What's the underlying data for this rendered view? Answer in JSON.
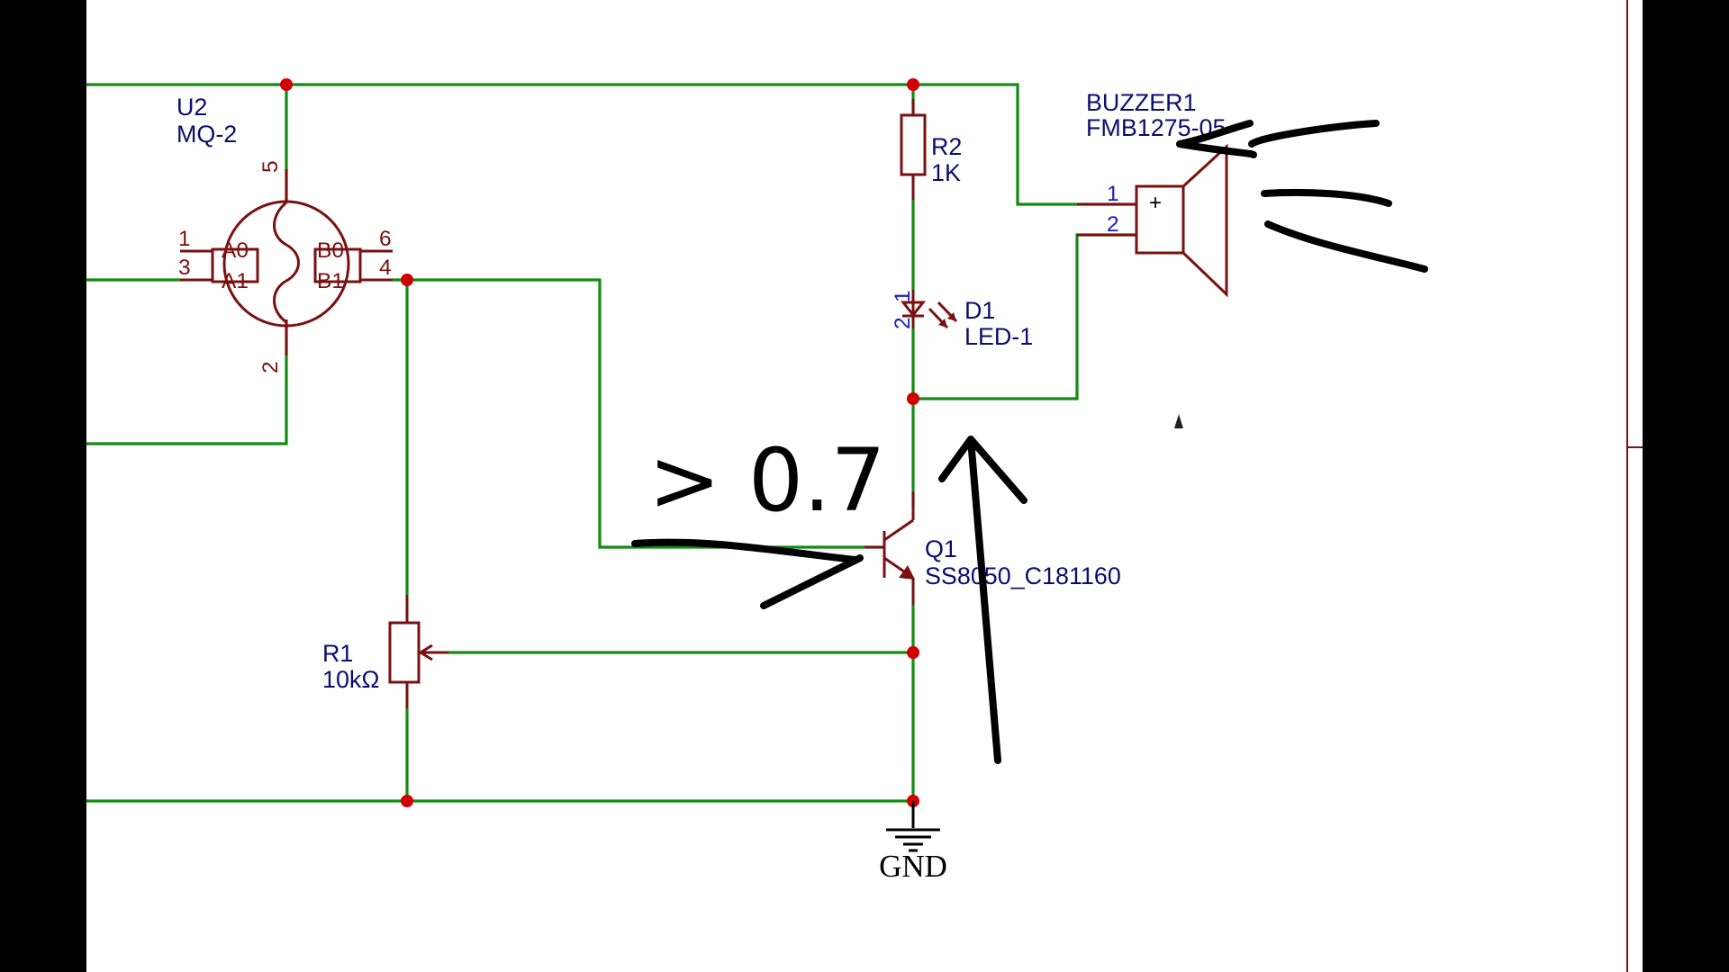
{
  "components": {
    "u2": {
      "ref": "U2",
      "value": "MQ-2",
      "pins": [
        "5",
        "2",
        "1",
        "3",
        "6",
        "4"
      ],
      "pads": [
        "A0",
        "A1",
        "B0",
        "B1"
      ]
    },
    "r2": {
      "ref": "R2",
      "value": "1K"
    },
    "d1": {
      "ref": "D1",
      "value": "LED-1",
      "pin1": "1",
      "pin2": "2"
    },
    "buzzer": {
      "ref": "BUZZER1",
      "value": "FMB1275-05",
      "pin1": "1",
      "pin2": "2",
      "plus": "+"
    },
    "q1": {
      "ref": "Q1",
      "value": "SS8050_C181160"
    },
    "r1": {
      "ref": "R1",
      "value": "10kΩ"
    },
    "gnd": {
      "label": "GND"
    }
  },
  "annotation": {
    "text": "> 0.7"
  },
  "colors": {
    "wire": "#138a13",
    "symbol": "#7a1010",
    "junction": "#d00000",
    "label": "#0d0d6e",
    "pin_number": "#1a1acc",
    "ink": "#000000"
  }
}
